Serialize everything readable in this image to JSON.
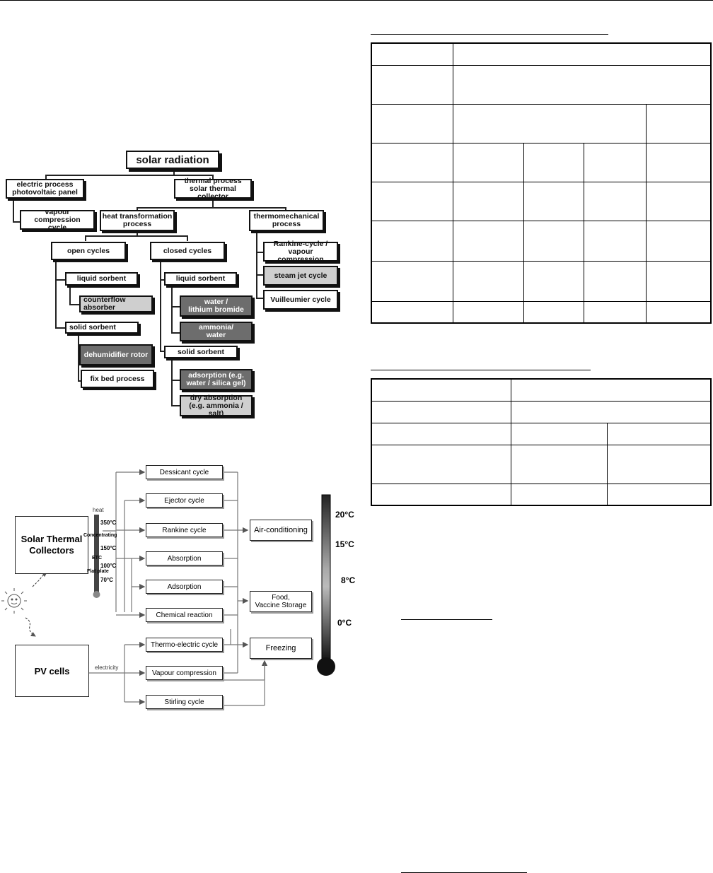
{
  "fig1": {
    "root": "solar radiation",
    "electric": [
      "electric process",
      "photovoltaic panel"
    ],
    "thermal": [
      "thermal process",
      "solar thermal collector"
    ],
    "vapour_compression": [
      "vapour compression",
      "cycle"
    ],
    "heat_transformation": [
      "heat transformation",
      "process"
    ],
    "thermomechanical": [
      "thermomechanical",
      "process"
    ],
    "open_cycles": "open cycles",
    "closed_cycles": "closed cycles",
    "open_liquid": "liquid sorbent",
    "counterflow": "counterflow absorber",
    "open_solid": "solid sorbent",
    "dehumidifier": "dehumidifier rotor",
    "fixbed": "fix bed process",
    "closed_liquid": "liquid sorbent",
    "water_libr": [
      "water /",
      "lithium bromide"
    ],
    "ammonia_water": [
      "ammonia/",
      "water"
    ],
    "closed_solid": "solid sorbent",
    "adsorption": [
      "adsorption (e.g.",
      "water / silica gel)"
    ],
    "dry_absorption": [
      "dry absorption",
      "(e.g. ammonia / salt)"
    ],
    "rankine": [
      "Rankine-cycle /",
      "vapour compression"
    ],
    "steam_jet": "steam jet cycle",
    "vuilleumier": "Vuilleumier cycle"
  },
  "fig2": {
    "solar_thermal": [
      "Solar Thermal",
      "Collectors"
    ],
    "pv": "PV cells",
    "heat": "heat",
    "electricity": "electricity",
    "t350": "350°C",
    "concentrating": "Concentrating",
    "t150": "150°C",
    "etc": "ETC",
    "t100": "100°C",
    "flatplate": "Flat plate",
    "t70": "70°C",
    "cycles": [
      "Dessicant cycle",
      "Ejector cycle",
      "Rankine cycle",
      "Absorption",
      "Adsorption",
      "Chemical reaction",
      "Thermo-electric cycle",
      "Vapour compression",
      "Stirling cycle"
    ],
    "ac": "Air-conditioning",
    "food": [
      "Food,",
      "Vaccine Storage"
    ],
    "freezing": "Freezing",
    "temps": [
      "20°C",
      "15°C",
      "8°C",
      "0°C"
    ]
  }
}
